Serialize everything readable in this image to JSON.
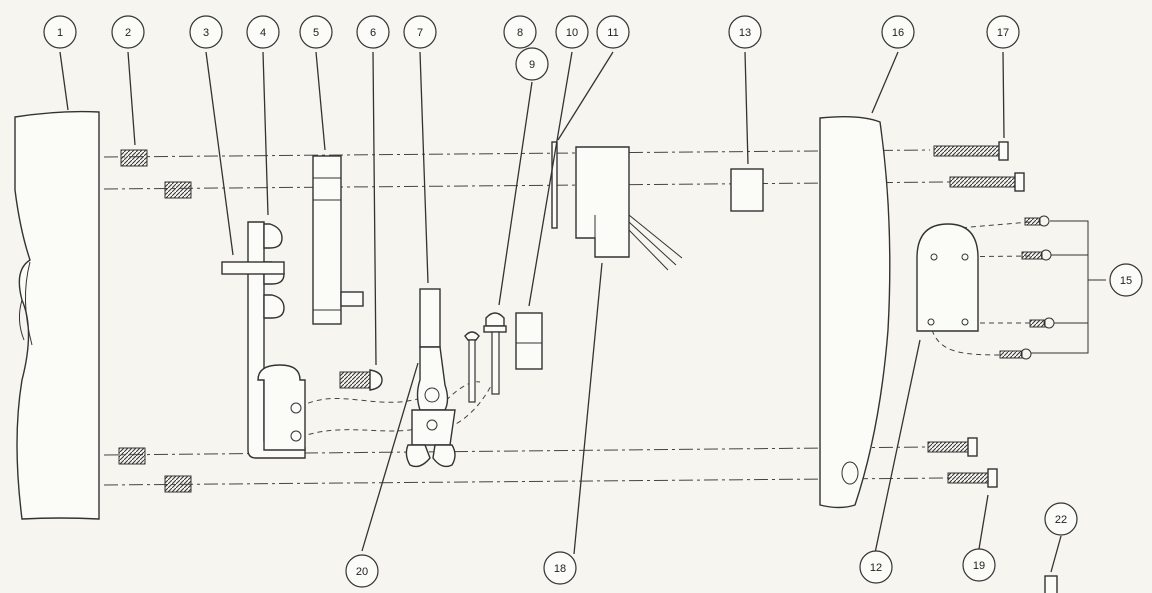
{
  "callouts": [
    {
      "id": "1",
      "label": "1"
    },
    {
      "id": "2",
      "label": "2"
    },
    {
      "id": "3",
      "label": "3"
    },
    {
      "id": "4",
      "label": "4"
    },
    {
      "id": "5",
      "label": "5"
    },
    {
      "id": "6",
      "label": "6"
    },
    {
      "id": "7",
      "label": "7"
    },
    {
      "id": "8",
      "label": "8"
    },
    {
      "id": "9",
      "label": "9"
    },
    {
      "id": "10",
      "label": "10"
    },
    {
      "id": "11",
      "label": "11"
    },
    {
      "id": "12",
      "label": "12"
    },
    {
      "id": "13",
      "label": "13"
    },
    {
      "id": "15",
      "label": "15"
    },
    {
      "id": "16",
      "label": "16"
    },
    {
      "id": "17",
      "label": "17"
    },
    {
      "id": "18",
      "label": "18"
    },
    {
      "id": "19",
      "label": "19"
    },
    {
      "id": "20",
      "label": "20"
    },
    {
      "id": "22",
      "label": "22"
    }
  ]
}
